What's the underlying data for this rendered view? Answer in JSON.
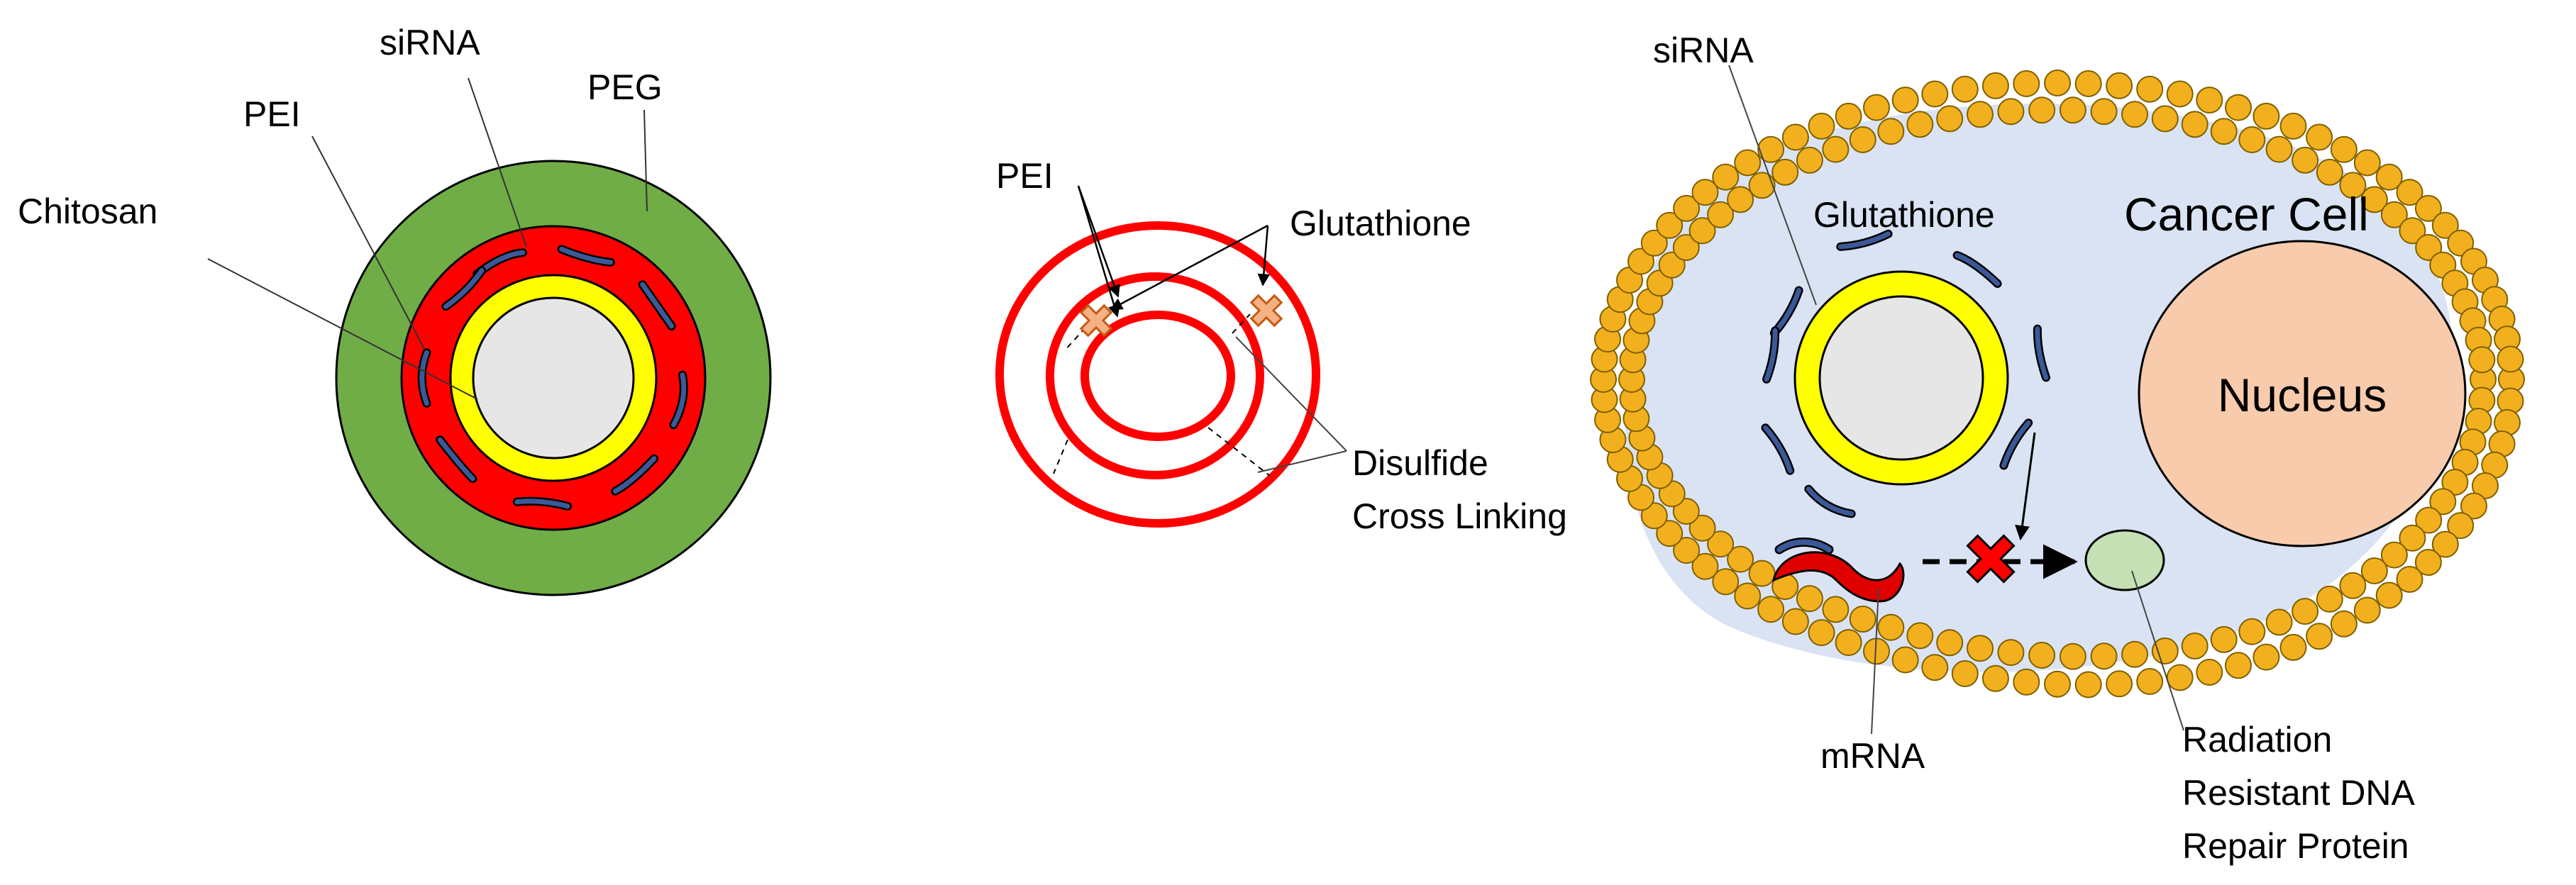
{
  "panel_nanoparticle": {
    "labels": {
      "sirna": "siRNA",
      "peg": "PEG",
      "pei": "PEI",
      "chitosan": "Chitosan"
    }
  },
  "panel_crosslinking": {
    "labels": {
      "pei": "PEI",
      "glutathione": "Glutathione",
      "disulfide_line1": "Disulfide",
      "disulfide_line2": "Cross Linking"
    }
  },
  "panel_cell": {
    "labels": {
      "sirna": "siRNA",
      "glutathione": "Glutathione",
      "cancer_cell": "Cancer Cell",
      "nucleus": "Nucleus",
      "mrna": "mRNA",
      "protein_line1": "Radiation",
      "protein_line2": "Resistant DNA",
      "protein_line3": "Repair Protein"
    }
  },
  "colors": {
    "peg": "#70AD47",
    "pei": "#FF0000",
    "chitosan": "#FFFF00",
    "core": "#E6E6E6",
    "sirna": "#3B5998",
    "cytoplasm": "#DAE3F3",
    "lipid_bead": "#F2B01E",
    "nucleus": "#F8CBAD",
    "protein": "#C5E0B4",
    "glutathione_cross": "#F4B183",
    "inhibit_x": "#FF0000"
  }
}
